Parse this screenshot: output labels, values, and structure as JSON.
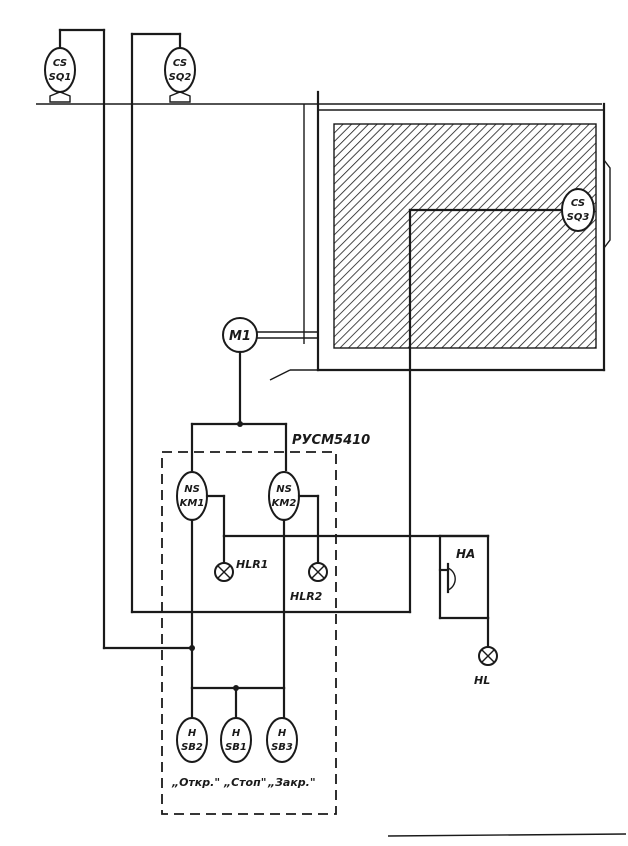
{
  "controller": {
    "label": "РУСМ5410"
  },
  "sensors": {
    "sq1": {
      "top": "CS",
      "bottom": "SQ1"
    },
    "sq2": {
      "top": "CS",
      "bottom": "SQ2"
    },
    "sq3": {
      "top": "CS",
      "bottom": "SQ3"
    }
  },
  "motor": {
    "label": "M1"
  },
  "contactors": {
    "km1": {
      "top": "NS",
      "bottom": "KM1"
    },
    "km2": {
      "top": "NS",
      "bottom": "KM2"
    }
  },
  "lamps": {
    "hlr1": "HLR1",
    "hlr2": "HLR2",
    "hl": "HL"
  },
  "bell": {
    "label": "HA"
  },
  "buttons": {
    "sb2": {
      "top": "H",
      "bottom": "SB2",
      "caption": "„Откр.\""
    },
    "sb1": {
      "top": "H",
      "bottom": "SB1",
      "caption": "„Стоп\""
    },
    "sb3": {
      "top": "H",
      "bottom": "SB3",
      "caption": "„Закр.\""
    }
  }
}
